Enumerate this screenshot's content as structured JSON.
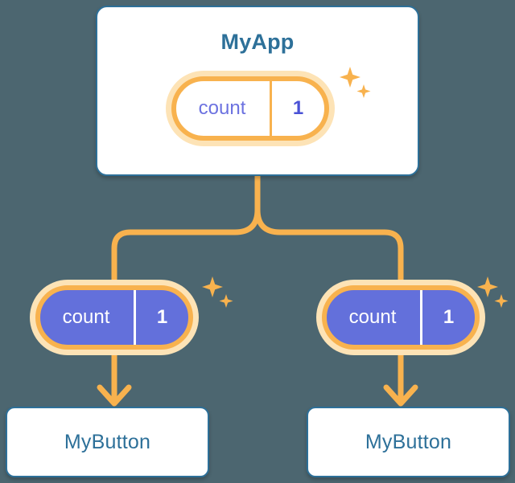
{
  "diagram": {
    "type": "component-state-tree",
    "background_color": "#4c6670",
    "colors": {
      "card_border": "#2d7099",
      "card_text": "#2d7099",
      "pill_border": "#f8b24e",
      "pill_halo": "#fde3b6",
      "pill_fill_solid": "#6370db",
      "pill_text_light": "#6c72e0",
      "connector": "#f8b24e",
      "sparkle": "#f8b24e"
    }
  },
  "root": {
    "title": "MyApp",
    "state": {
      "key": "count",
      "value": "1",
      "style": "light",
      "sparkle_icon": "sparkles-icon"
    }
  },
  "branches": [
    {
      "state": {
        "key": "count",
        "value": "1",
        "style": "solid",
        "sparkle_icon": "sparkles-icon"
      },
      "leaf": {
        "label": "MyButton"
      },
      "arrow_icon": "arrow-down-icon"
    },
    {
      "state": {
        "key": "count",
        "value": "1",
        "style": "solid",
        "sparkle_icon": "sparkles-icon"
      },
      "leaf": {
        "label": "MyButton"
      },
      "arrow_icon": "arrow-down-icon"
    }
  ],
  "connectors": {
    "trunk_icon": "tree-connector-icon"
  }
}
